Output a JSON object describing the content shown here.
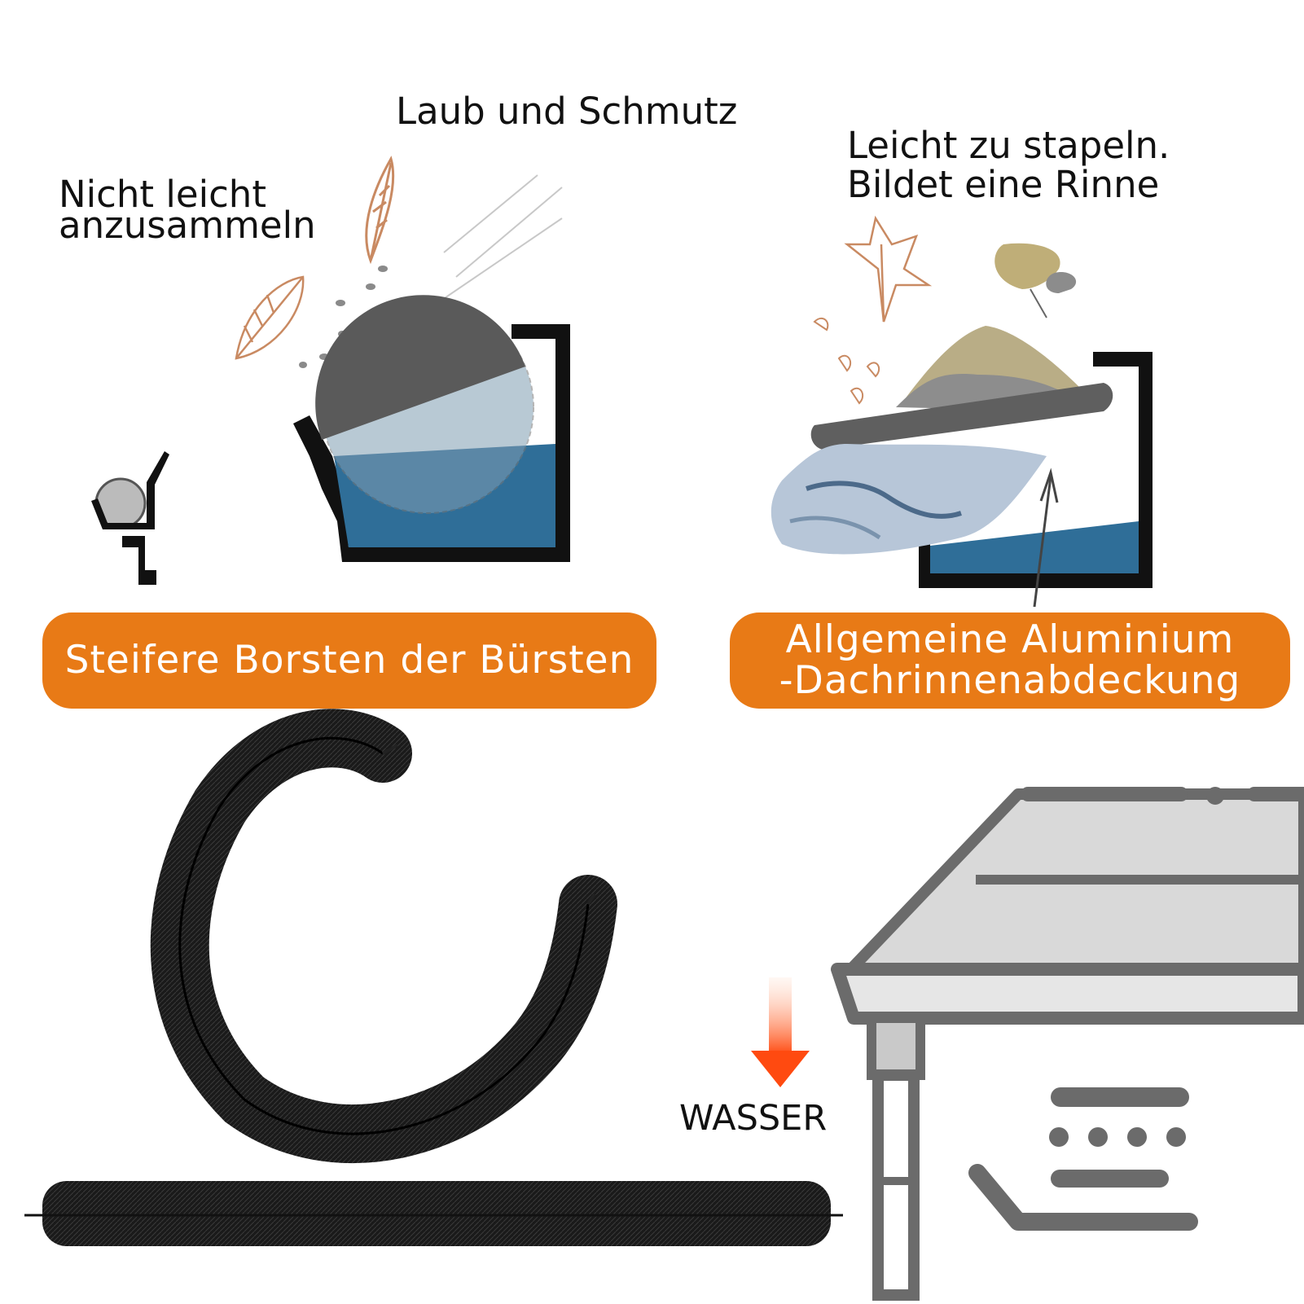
{
  "labels": {
    "laub": "Laub und Schmutz",
    "nicht_line1": "Nicht leicht",
    "nicht_line2": "anzusammeln",
    "leicht_line1": "Leicht zu stapeln.",
    "leicht_line2": "Bildet eine Rinne",
    "wasser": "WASSER"
  },
  "badges": {
    "left": "Steifere Borsten der Bürsten",
    "right_line1": "Allgemeine Aluminium",
    "right_line2": "-Dachrinnenabdeckung"
  },
  "colors": {
    "accent": "#e87a16",
    "water": "#2f6e98",
    "brush": "#1a1a1a",
    "gutter": "#6b6b6b",
    "arrow": "#ff4a10"
  },
  "icons": [
    "leaf-icon",
    "ginkgo-leaf-icon",
    "brush-profile-icon",
    "down-arrow-icon",
    "gutter-icon",
    "roof-icon"
  ]
}
